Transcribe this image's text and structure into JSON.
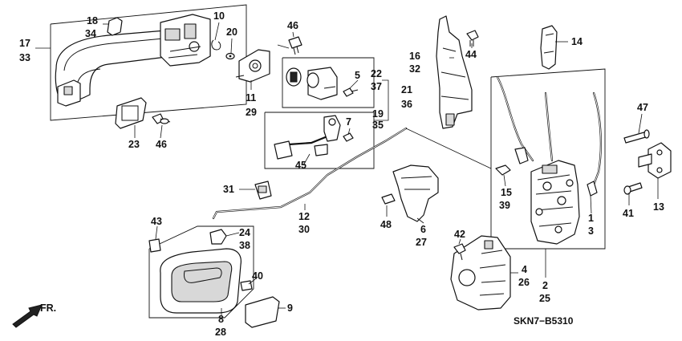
{
  "diagram": {
    "code": "SKN7−B5310",
    "direction_label": "FR.",
    "callouts": [
      {
        "id": "c17",
        "top": "17",
        "bottom": "33"
      },
      {
        "id": "c18",
        "top": "18",
        "bottom": "34"
      },
      {
        "id": "c10",
        "top": "10",
        "bottom": ""
      },
      {
        "id": "c20",
        "top": "20",
        "bottom": ""
      },
      {
        "id": "c11",
        "top": "11",
        "bottom": "29"
      },
      {
        "id": "c46a",
        "top": "46",
        "bottom": ""
      },
      {
        "id": "c22",
        "top": "22",
        "bottom": "37"
      },
      {
        "id": "c5",
        "top": "5",
        "bottom": ""
      },
      {
        "id": "c21",
        "top": "21",
        "bottom": "36"
      },
      {
        "id": "c19",
        "top": "19",
        "bottom": "35"
      },
      {
        "id": "c7",
        "top": "7",
        "bottom": ""
      },
      {
        "id": "c45",
        "top": "45",
        "bottom": ""
      },
      {
        "id": "c16",
        "top": "16",
        "bottom": "32"
      },
      {
        "id": "c44",
        "top": "44",
        "bottom": ""
      },
      {
        "id": "c14",
        "top": "14",
        "bottom": ""
      },
      {
        "id": "c23",
        "top": "23",
        "bottom": ""
      },
      {
        "id": "c46b",
        "top": "46",
        "bottom": ""
      },
      {
        "id": "c31",
        "top": "31",
        "bottom": ""
      },
      {
        "id": "c12",
        "top": "12",
        "bottom": "30"
      },
      {
        "id": "c48",
        "top": "48",
        "bottom": ""
      },
      {
        "id": "c6",
        "top": "6",
        "bottom": "27"
      },
      {
        "id": "c15",
        "top": "15",
        "bottom": "39"
      },
      {
        "id": "c1",
        "top": "1",
        "bottom": "3"
      },
      {
        "id": "c47",
        "top": "47",
        "bottom": ""
      },
      {
        "id": "c41",
        "top": "41",
        "bottom": ""
      },
      {
        "id": "c13",
        "top": "13",
        "bottom": ""
      },
      {
        "id": "c43",
        "top": "43",
        "bottom": ""
      },
      {
        "id": "c24",
        "top": "24",
        "bottom": "38"
      },
      {
        "id": "c40",
        "top": "40",
        "bottom": ""
      },
      {
        "id": "c9",
        "top": "9",
        "bottom": ""
      },
      {
        "id": "c8",
        "top": "8",
        "bottom": "28"
      },
      {
        "id": "c42",
        "top": "42",
        "bottom": ""
      },
      {
        "id": "c4",
        "top": "4",
        "bottom": "26"
      },
      {
        "id": "c2",
        "top": "2",
        "bottom": "25"
      }
    ]
  }
}
